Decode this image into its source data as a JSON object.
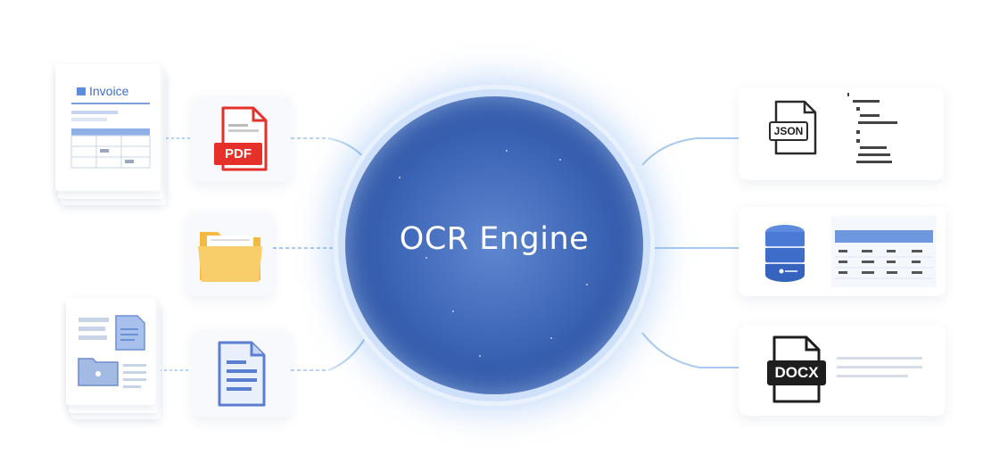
{
  "diagram": {
    "center": {
      "label": "OCR Engine"
    },
    "inputs": {
      "invoice_card": {
        "title": "Invoice"
      },
      "pdf_card": {
        "tag": "PDF"
      }
    },
    "outputs": {
      "json_card": {
        "tag": "JSON"
      },
      "docx_card": {
        "tag": "DOCX"
      }
    },
    "colors": {
      "engine": "#3f67b8",
      "pdf_red": "#e6302a",
      "folder_yellow": "#f7c95a",
      "doc_blue": "#5b7fd0",
      "database_blue": "#4a79d6",
      "connector": "#9cc3ee"
    },
    "icons": [
      "document-icon",
      "pdf-icon",
      "folder-icon",
      "doc-file-icon",
      "json-file-icon",
      "database-icon",
      "docx-file-icon"
    ]
  }
}
